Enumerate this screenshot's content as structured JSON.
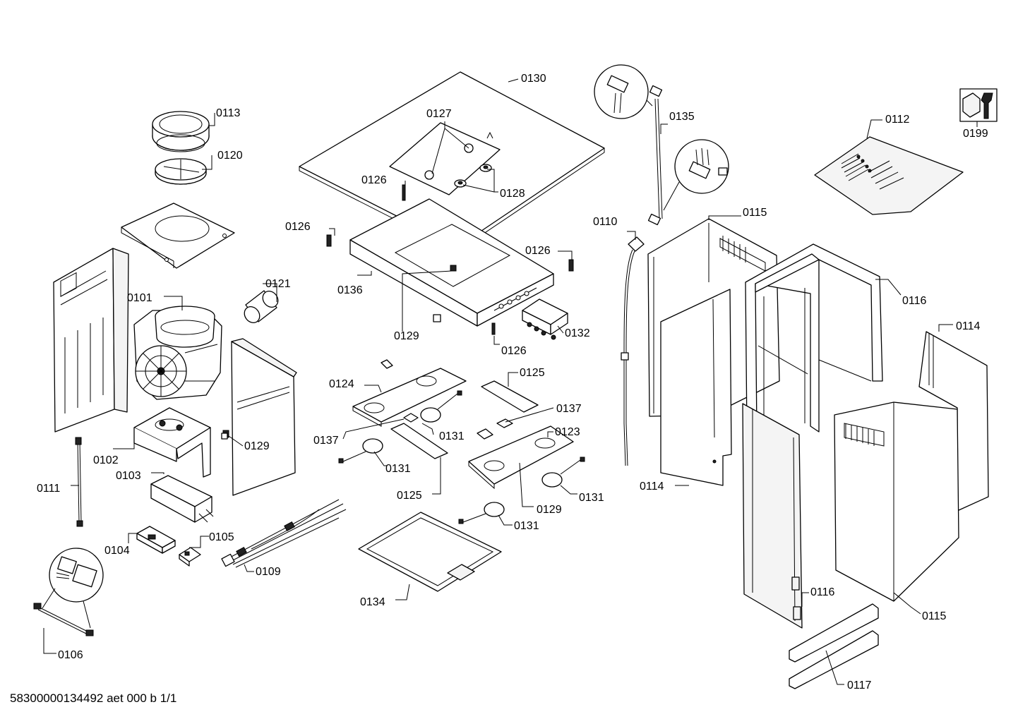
{
  "parts": {
    "p0101": "0101",
    "p0102": "0102",
    "p0103": "0103",
    "p0104": "0104",
    "p0105": "0105",
    "p0106": "0106",
    "p0109": "0109",
    "p0110": "0110",
    "p0111": "0111",
    "p0112": "0112",
    "p0113": "0113",
    "p0114": "0114",
    "p0115": "0115",
    "p0116": "0116",
    "p0117": "0117",
    "p0120": "0120",
    "p0121": "0121",
    "p0123": "0123",
    "p0124": "0124",
    "p0125": "0125",
    "p0126": "0126",
    "p0127": "0127",
    "p0128": "0128",
    "p0129": "0129",
    "p0130": "0130",
    "p0131": "0131",
    "p0132": "0132",
    "p0134": "0134",
    "p0135": "0135",
    "p0136": "0136",
    "p0137": "0137",
    "p0199": "0199"
  },
  "footer": {
    "doc_id": "58300000134492 aet 000 b 1/1"
  },
  "icons": {
    "tool_badge": "wrench-nut-icon"
  }
}
